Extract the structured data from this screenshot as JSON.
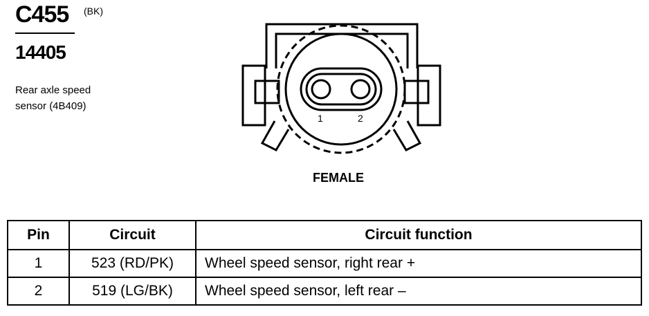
{
  "connector": {
    "id": "C455",
    "color_code": "(BK)",
    "part_number": "14405",
    "description_lines": [
      "Rear axle speed",
      "sensor (4B409)"
    ],
    "gender": "FEMALE",
    "pin_labels": [
      "1",
      "2"
    ]
  },
  "table": {
    "headers": {
      "pin": "Pin",
      "circuit": "Circuit",
      "function": "Circuit function"
    },
    "rows": [
      {
        "pin": "1",
        "circuit": "523 (RD/PK)",
        "function": "Wheel speed sensor, right rear +"
      },
      {
        "pin": "2",
        "circuit": "519 (LG/BK)",
        "function": "Wheel speed sensor, left rear –"
      }
    ]
  }
}
